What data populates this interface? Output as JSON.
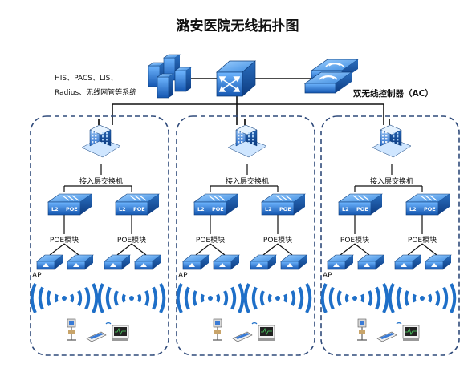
{
  "title": "潞安医院无线拓扑图",
  "servers_label_line1": "HIS、PACS、LIS、",
  "servers_label_line2": "Radius、无线网管等系统",
  "ac_label": "双无线控制器（AC）",
  "icons": {
    "servers": "server-cluster-icon",
    "core": "core-switch-icon",
    "controller": "wireless-controller-icon",
    "building": "building-icon",
    "poe_switch": "l2-poe-switch-icon",
    "ap": "access-point-icon",
    "wifi": "wifi-signal-icon",
    "terminal": "medical-terminal-icon"
  },
  "colors": {
    "line": "#111111",
    "dash_border": "#2f4a7a",
    "wifi_blue": "#1e6fc8",
    "switch_blue": "#2d7fd6"
  },
  "zones": [
    {
      "access_switch_label": "接入层交换机",
      "poe_switch_left_label": "L2",
      "poe_switch_right_label": "POE",
      "poe_module_labels": [
        "POE模块",
        "POE模块"
      ],
      "ap_label": "AP"
    },
    {
      "access_switch_label": "接入层交换机",
      "poe_switch_left_label": "L2",
      "poe_switch_right_label": "POE",
      "poe_module_labels": [
        "POE模块",
        "POE模块"
      ],
      "ap_label": "AP"
    },
    {
      "access_switch_label": "接入层交换机",
      "poe_switch_left_label": "L2",
      "poe_switch_right_label": "POE",
      "poe_module_labels": [
        "POE模块",
        "POE模块"
      ],
      "ap_label": "AP"
    }
  ]
}
